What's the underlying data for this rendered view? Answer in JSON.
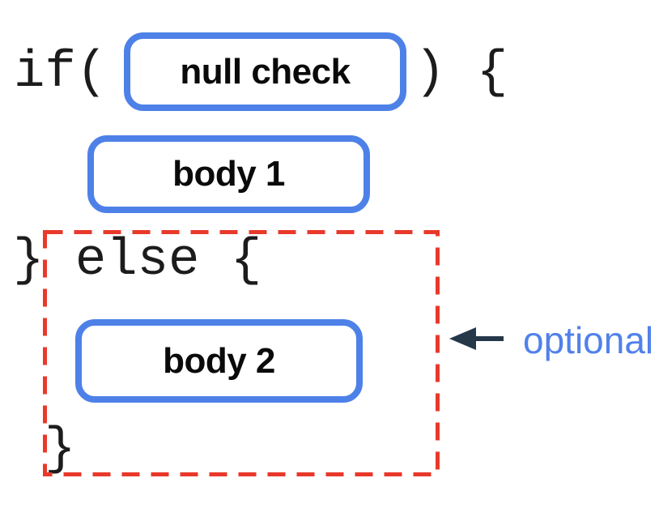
{
  "diagram": {
    "code": {
      "if_open": "if(",
      "cond_close": ") {",
      "else_line": "} else {",
      "closing_brace": "}"
    },
    "boxes": [
      {
        "label": "null check"
      },
      {
        "label": "body 1"
      },
      {
        "label": "body 2"
      }
    ],
    "annotation": {
      "label": "optional",
      "icon": "arrow-left-icon"
    },
    "colors": {
      "background": "#ffffff",
      "box_border": "#4e81e8",
      "box_fill": "#ffffff",
      "label_text": "#0a0a0a",
      "code_text": "#1c1c1c",
      "dashed_outline": "#e8392b",
      "arrow_color": "#24384a",
      "annotation_text": "#5181ea"
    }
  }
}
